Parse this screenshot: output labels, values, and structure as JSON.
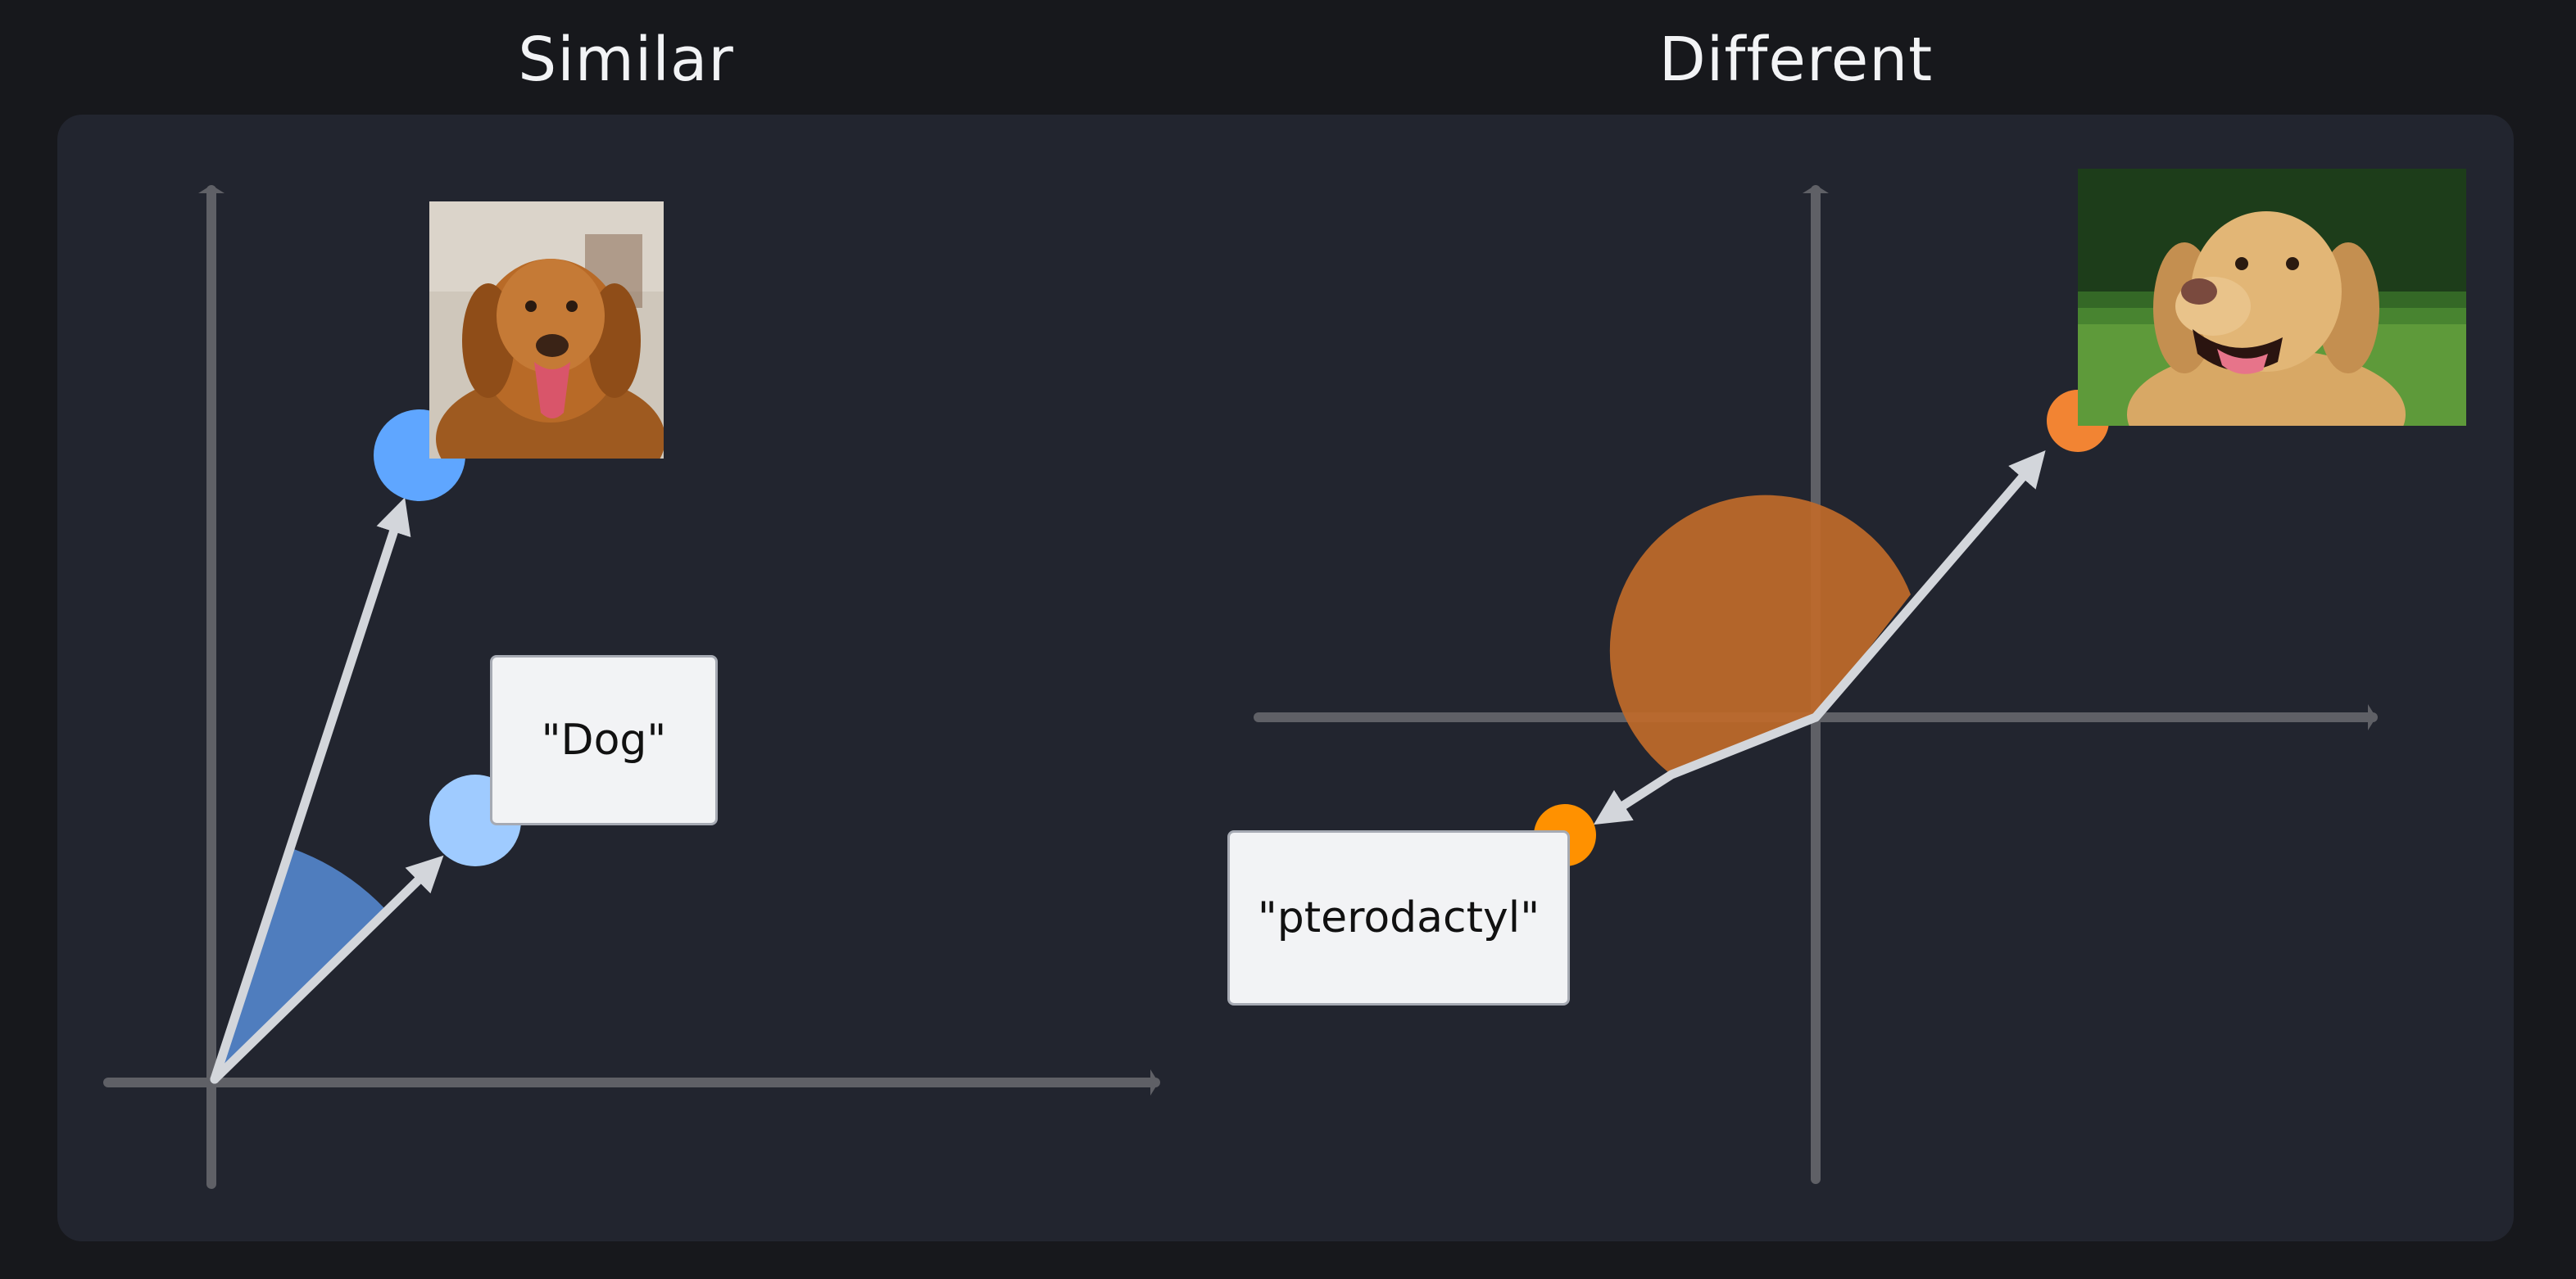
{
  "titles": {
    "left": "Similar",
    "right": "Different"
  },
  "labels": {
    "dog": "\"Dog\"",
    "pterodactyl": "\"pterodactyl\""
  },
  "images": {
    "left": "golden-retriever-photo",
    "right": "labrador-photo"
  },
  "colors": {
    "background": "#17181c",
    "panel": "#22252f",
    "axis": "#5f6066",
    "arrow": "#d3d6db",
    "similar_angle": "#4f7dbe",
    "image_point_left": "#5fa6ff",
    "text_point_left": "#9fcbff",
    "different_angle": "#c06a2a",
    "image_point_right": "#f28433",
    "text_point_right": "#ff9100"
  }
}
